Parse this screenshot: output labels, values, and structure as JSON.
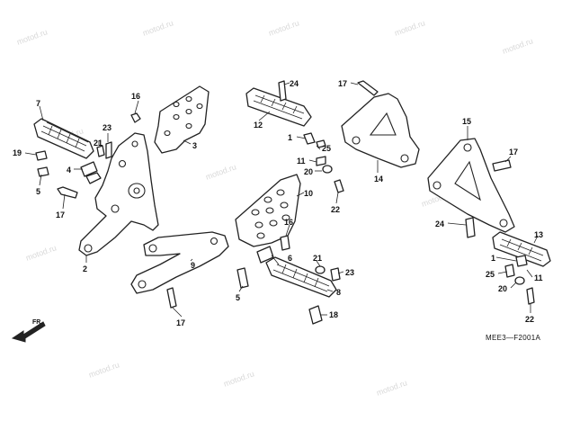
{
  "diagram": {
    "watermark": "motod.ru",
    "code": "MEE3—F2001A",
    "front_label": "FR.",
    "callouts": {
      "c1a": "1",
      "c1b": "1",
      "c2": "2",
      "c3": "3",
      "c4": "4",
      "c5a": "5",
      "c5b": "5",
      "c6": "6",
      "c7": "7",
      "c8": "8",
      "c9": "9",
      "c10": "10",
      "c11a": "11",
      "c11b": "11",
      "c12": "12",
      "c13": "13",
      "c14": "14",
      "c15": "15",
      "c16a": "16",
      "c16b": "16",
      "c17a": "17",
      "c17b": "17",
      "c17c": "17",
      "c17d": "17",
      "c18": "18",
      "c19": "19",
      "c20a": "20",
      "c20b": "20",
      "c21a": "21",
      "c21b": "21",
      "c22a": "22",
      "c22b": "22",
      "c23a": "23",
      "c23b": "23",
      "c24a": "24",
      "c24b": "24",
      "c25a": "25",
      "c25b": "25"
    }
  }
}
